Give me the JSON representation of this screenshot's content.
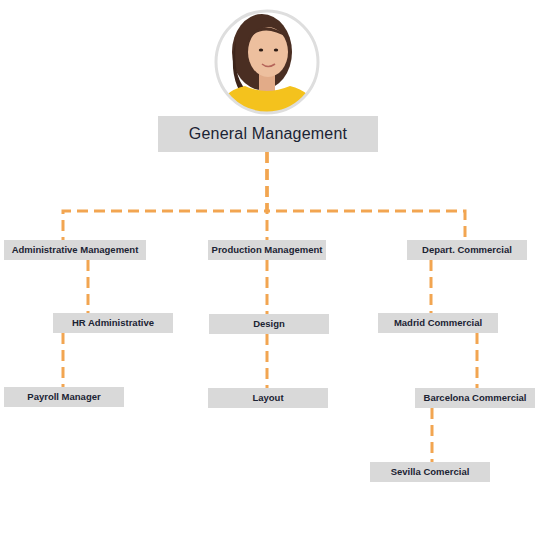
{
  "diagram": {
    "nodes": [
      {
        "text": [
          "General Management"
        ]
      },
      {
        "text": [
          "Administrative Management"
        ]
      },
      {
        "text": [
          "HR Administrative"
        ]
      },
      {
        "text": [
          "Payroll Manager"
        ]
      },
      {
        "text": [
          "Production Management"
        ]
      },
      {
        "text": [
          "Design"
        ]
      },
      {
        "text": [
          "Layout"
        ]
      },
      {
        "text": [
          "Depart. Commercial"
        ]
      },
      {
        "text": [
          "Madrid Commercial"
        ]
      },
      {
        "text": [
          "Barcelona Commercial"
        ]
      },
      {
        "text": [
          "Sevilla Comercial"
        ]
      }
    ],
    "edges": [
      {
        "from": 0,
        "to": 1,
        "arrow": "none"
      },
      {
        "from": 0,
        "to": 4,
        "arrow": "none"
      },
      {
        "from": 0,
        "to": 7,
        "arrow": "none"
      },
      {
        "from": 1,
        "to": 2,
        "arrow": "none"
      },
      {
        "from": 2,
        "to": 3,
        "arrow": "none"
      },
      {
        "from": 4,
        "to": 5,
        "arrow": "none"
      },
      {
        "from": 5,
        "to": 6,
        "arrow": "none"
      },
      {
        "from": 7,
        "to": 8,
        "arrow": "none"
      },
      {
        "from": 8,
        "to": 9,
        "arrow": "none"
      },
      {
        "from": 9,
        "to": 10,
        "arrow": "none"
      }
    ]
  }
}
